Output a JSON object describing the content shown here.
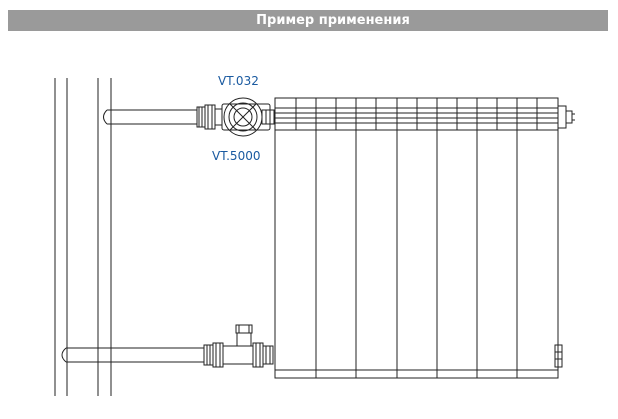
{
  "header": {
    "title": "Пример применения"
  },
  "labels": {
    "valve_top": "VT.032",
    "valve_thermo": "VT.5000"
  },
  "colors": {
    "header_bg": "#9a9a9a",
    "header_text": "#ffffff",
    "label": "#1a5aa0",
    "line": "#222222"
  },
  "radiator": {
    "sections": 7
  }
}
